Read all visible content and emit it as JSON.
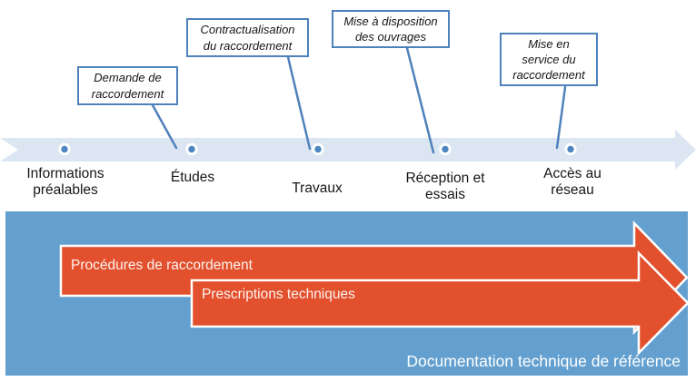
{
  "timeline": {
    "milestones": [
      {
        "label": "Informations\npréalables"
      },
      {
        "label": "Études"
      },
      {
        "label": "Travaux"
      },
      {
        "label": "Réception et\nessais"
      },
      {
        "label": "Accès au\nréseau"
      }
    ],
    "callouts": [
      {
        "text": "Demande de\nraccordement"
      },
      {
        "text": "Contractualisation\ndu raccordement"
      },
      {
        "text": "Mise à disposition\ndes ouvrages"
      },
      {
        "text": "Mise en\nservice du\nraccordement"
      }
    ]
  },
  "documentation": {
    "bands": [
      {
        "label": "Procédures de raccordement"
      },
      {
        "label": "Prescriptions techniques"
      }
    ],
    "caption": "Documentation technique de référence"
  },
  "colors": {
    "timeline_band": "#DBE6F2",
    "milestone_dot": "#4E86C2",
    "callout_border": "#4F81BB",
    "panel_blue": "#63A0CF",
    "arrow_red": "#E2502E"
  }
}
